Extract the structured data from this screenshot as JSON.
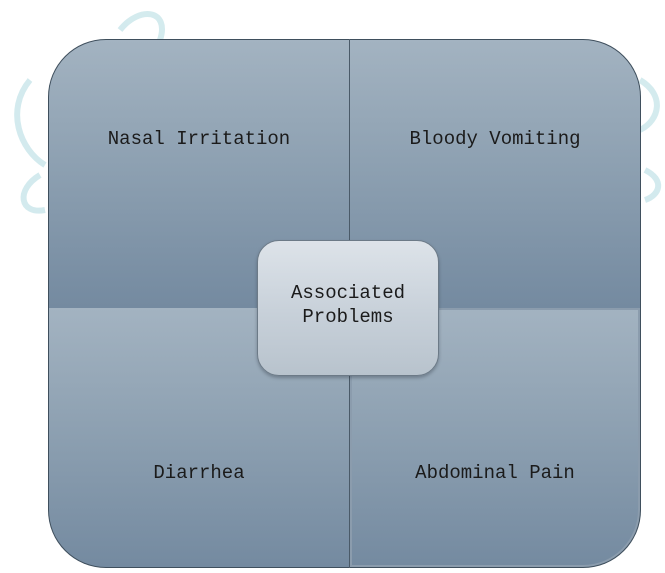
{
  "diagram": {
    "center": {
      "line1": "Associated",
      "line2": "Problems"
    },
    "quadrants": {
      "top_left": "Nasal Irritation",
      "top_right": "Bloody Vomiting",
      "bottom_left": "Diarrhea",
      "bottom_right": "Abdominal Pain"
    },
    "colors": {
      "quadrant_fill_top": "#a3b3c1",
      "quadrant_fill_bottom": "#748aa0",
      "center_fill": "#c7d0d9",
      "border": "#3f4f5d",
      "text": "#1b1b1b"
    }
  }
}
